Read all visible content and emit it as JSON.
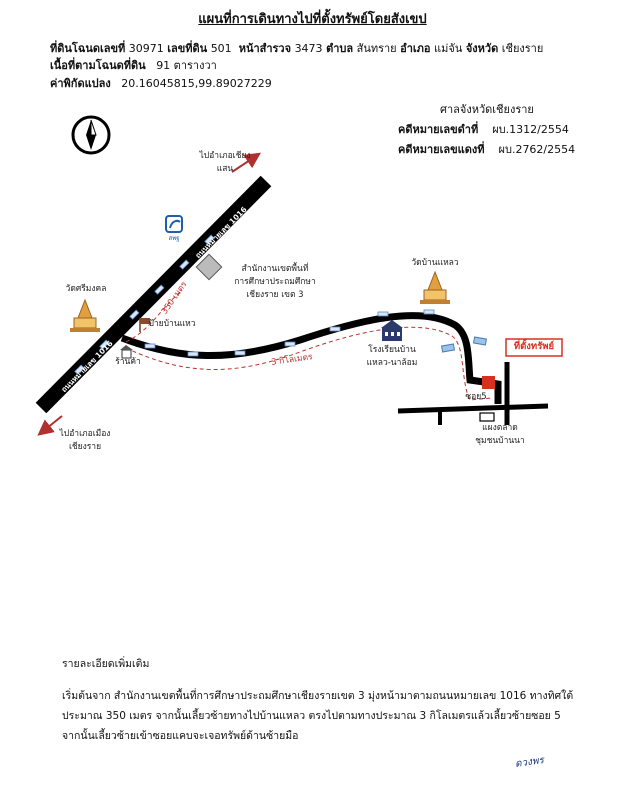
{
  "title": "แผนที่การเดินทางไปที่ตั้งทรัพย์โดยสังเขป",
  "header": {
    "line1": [
      {
        "label": "ที่ดินโฉนดเลขที่",
        "value": "30971"
      },
      {
        "label": "เลขที่ดิน",
        "value": "501"
      },
      {
        "label": "หน้าสำรวจ",
        "value": "3473"
      },
      {
        "label": "ตำบล",
        "value": "สันทราย"
      },
      {
        "label": "อำเภอ",
        "value": "แม่จัน"
      },
      {
        "label": "จังหวัด",
        "value": "เชียงราย"
      }
    ],
    "area_label": "เนื้อที่ตามโฉนดที่ดิน",
    "area_value": "91 ตารางวา",
    "coord_label": "ค่าพิกัดแปลง",
    "coord_value": "20.16045815,99.89027229"
  },
  "court": {
    "name": "ศาลจังหวัดเชียงราย",
    "black_label": "คดีหมายเลขดำที่",
    "black_value": "ผบ.1312/2554",
    "red_label": "คดีหมายเลขแดงที่",
    "red_value": "ผบ.2762/2554"
  },
  "map": {
    "road_name_top": "ถนนหมายเลข 1016",
    "road_name_bottom": "ถนนหมายเลข 1016",
    "to_north": [
      "ไปอำเภอเชียง",
      "แสน"
    ],
    "to_south": [
      "ไปอำเภอเมือง",
      "เชียงราย"
    ],
    "office_logo_text": "สพฐ",
    "office_label": [
      "สำนักงานเขตพื้นที่",
      "การศึกษาประถมศึกษา",
      "เชียงราย เขต 3"
    ],
    "temple1": "วัดศรีมงคล",
    "sign_label": "ป้ายบ้านแหว",
    "shop_label": "ร้านค้า",
    "dist_350": "350 เมตร",
    "dist_3km": "3 กิโลเมตร",
    "school_label": [
      "โรงเรียนบ้าน",
      "แหลว-นาล้อม"
    ],
    "temple2": "วัดบ้านแหลว",
    "property_label": "ที่ตั้งทรัพย์",
    "soi_label": "ซอย5",
    "market_label": [
      "แผงตลาด",
      "ชุมชนบ้านนา"
    ]
  },
  "details": {
    "heading": "รายละเอียดเพิ่มเติม",
    "text": "เริ่มต้นจาก สำนักงานเขตพื้นที่การศึกษาประถมศึกษาเชียงรายเขต 3 มุ่งหน้ามาตามถนนหมายเลข 1016 ทางทิศใต้ประมาณ 350 เมตร จากนั้นเลี้ยวซ้ายทางไปบ้านแหลว ตรงไปตามทางประมาณ 3 กิโลเมตรแล้วเลี้ยวซ้ายซอย 5 จากนั้นเลี้ยวซ้ายเข้าซอยแคบจะเจอทรัพย์ด้านซ้ายมือ"
  },
  "signature": "ดวงพร"
}
